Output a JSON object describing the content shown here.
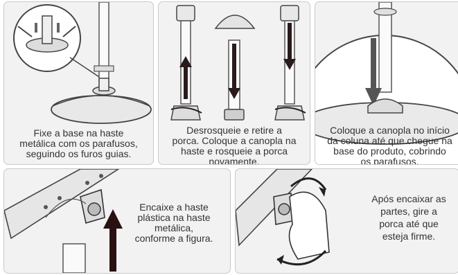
{
  "steps": [
    {
      "lines": [
        "Fixe a base na haste",
        "metálica com os parafusos,",
        "seguindo os furos guias."
      ]
    },
    {
      "lines": [
        "Desrosqueie e retire a",
        "porca. Coloque a canopla na",
        "haste e rosqueie a porca",
        "novamente."
      ]
    },
    {
      "lines": [
        "Coloque a canopla no início",
        "da coluna até que chegue na",
        "base do produto, cobrindo",
        "os parafusos."
      ]
    },
    {
      "lines": [
        "Encaixe a haste",
        "plástica na haste",
        "metálica,",
        "conforme a figura."
      ]
    },
    {
      "lines": [
        "Após encaixar as",
        "partes, gire a",
        "porca até que",
        "esteja firme."
      ]
    }
  ],
  "icons": [
    "base-assembly-illustration",
    "nut-canopy-illustration",
    "canopy-position-illustration",
    "plastic-rod-illustration",
    "tighten-nut-illustration"
  ],
  "colors": {
    "panel_bg": "#f2f2f2",
    "panel_border": "#c9c9c9",
    "arrow_red": "#3a1f1f",
    "arrow_gray": "#555555",
    "text": "#333333"
  }
}
